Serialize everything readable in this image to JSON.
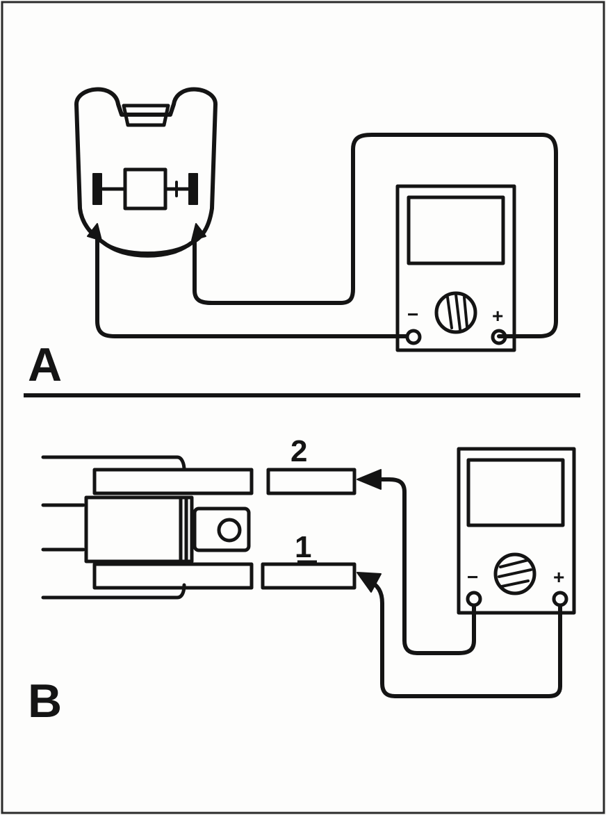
{
  "panels": {
    "a": {
      "label": "A",
      "meter": {
        "minus": "−",
        "plus": "+"
      }
    },
    "b": {
      "label": "B",
      "meter": {
        "minus": "−",
        "plus": "+"
      },
      "terminals": {
        "upper": "2",
        "lower": "1"
      }
    }
  },
  "colors": {
    "ink": "#141414",
    "paper": "#fdfdfc",
    "border": "#2a2a2a"
  }
}
